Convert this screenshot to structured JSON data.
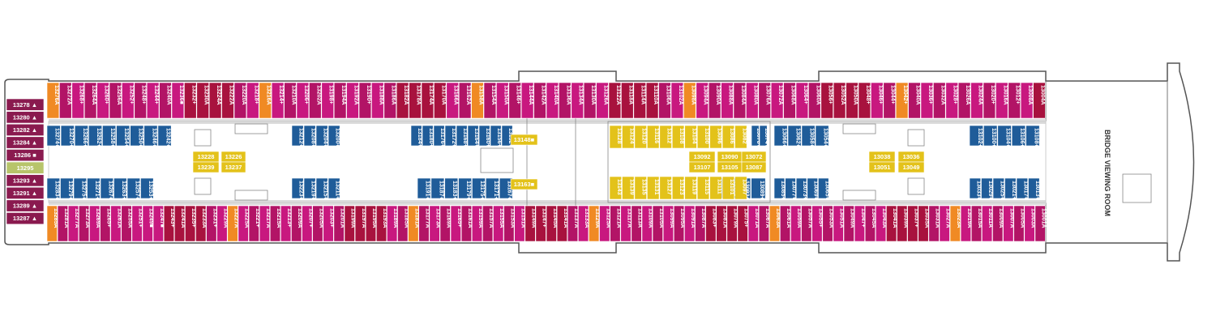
{
  "deck": {
    "bridge_label": "BRIDGE VIEWING ROOM",
    "colors": {
      "hull": "#ffffff",
      "hull_outline": "#555555",
      "corridor": "#dcdcdc",
      "inside_stateroom": "#1f5c99",
      "inside_stateroom_text": "#ffffff",
      "suite_wide": "#e3c21a",
      "balcony": "#c8187f",
      "balcony_dark": "#b21466",
      "spa_balcony": "#a8123e",
      "club_balcony": "#8a0f2f",
      "oceanview_orange": "#f08a24",
      "aft_suite": "#8a1a4f",
      "accessible": "#b7c46a"
    },
    "aft_cabins": [
      "13278 ▲",
      "13280 ▲",
      "13282 ▲",
      "13284 ▲",
      "13286 ■",
      "13295",
      "13293 ▲",
      "13291 ▲",
      "13289 ▲",
      "13287 ▲"
    ],
    "top_outer_row": [
      "13276A",
      "13272A",
      "13268+",
      "13264A",
      "13260+",
      "13256A",
      "13252+",
      "13248+",
      "13244+",
      "13240A",
      "13236■",
      "13232+",
      "13230A",
      "13224A",
      "13222A",
      "13220A",
      "13218+",
      "13216A",
      "13214+",
      "13210A",
      "13206+",
      "13202A",
      "13198+",
      "13194A",
      "13192A",
      "13190+",
      "13188A",
      "13186A",
      "13182A",
      "13178A",
      "13174A",
      "13170A",
      "13166A",
      "13162A",
      "13158A",
      "13154A",
      "13150A",
      "13146+",
      "13144A",
      "13142A",
      "13140A",
      "13136A",
      "13134A",
      "13130A",
      "13126A",
      "13122A",
      "13118A",
      "13114A",
      "13110A",
      "13106A",
      "13102A",
      "13098A",
      "13094A",
      "13090A",
      "13088A",
      "13084A",
      "13080A",
      "13076A",
      "13072A",
      "13068A",
      "13064+",
      "13060A",
      "13056+",
      "13052A",
      "13050A",
      "13048+",
      "13046+",
      "13044+",
      "13042+",
      "13040A",
      "13036+",
      "13032A",
      "13028+",
      "13026A",
      "13024A",
      "13020+",
      "13016A",
      "13012+",
      "13008A",
      "13004A"
    ],
    "top_inner_row": [
      "13274+",
      "13270+",
      "13266+",
      "13262+",
      "13258+",
      "13254+",
      "13250+",
      "13246+",
      "13242+",
      "13212+",
      "13208+",
      "13204+",
      "13200+",
      "13184+",
      "13180+",
      "13176+",
      "13172+",
      "13168+",
      "13164+",
      "13160+",
      "13156+",
      "13152+",
      "13078+",
      "13074+",
      "13066+",
      "13062+",
      "13058+",
      "13054+",
      "13102+",
      "13100+",
      "13104+",
      "13106+",
      "13108+"
    ],
    "top_suite_row": [
      "13128",
      "13124",
      "13120",
      "13116",
      "13112",
      "13108",
      "13104",
      "13100",
      "13096",
      "13086",
      "13082"
    ],
    "bottom_inner_row": [
      "13283+",
      "13279+",
      "13275+",
      "13271+",
      "13267+",
      "13263+",
      "13257+",
      "13253+",
      "13223+",
      "13219+",
      "13215+",
      "13211+",
      "13191+",
      "13187+",
      "13183+",
      "13179+",
      "13175+",
      "13171+",
      "13167+",
      "13095+",
      "13093+",
      "13089+",
      "13085+",
      "13077+",
      "13073+",
      "13069+",
      "13065+",
      "13033+",
      "13029+",
      "13025+",
      "13021+",
      "13017+",
      "13013+"
    ],
    "bottom_suite_row": [
      "13143",
      "13139",
      "13135",
      "13131",
      "13127",
      "13123",
      "13119",
      "13115",
      "13111",
      "13101",
      "13097"
    ],
    "bottom_outer_row": [
      "13285A",
      "13281A",
      "13277A",
      "13273A",
      "13269A",
      "13265+",
      "13261A",
      "13255A",
      "13251+",
      "13249■",
      "13247■",
      "13243+",
      "13241A",
      "13235+",
      "13233A",
      "13231+",
      "13229A",
      "13227A",
      "13225A",
      "13221+",
      "13217A",
      "13215A",
      "13213+",
      "13209A",
      "13207+",
      "13205A",
      "13203+",
      "13201A",
      "13199A",
      "13197A",
      "13195A",
      "13193A",
      "13189A",
      "13185A",
      "13181A",
      "13177A",
      "13173A",
      "13169A",
      "13165+",
      "13161A",
      "13159A",
      "13157A",
      "13155A",
      "13153A",
      "13151A",
      "13149A",
      "13147+",
      "13145A",
      "13141A",
      "13137A",
      "13133A",
      "13129A",
      "13125A",
      "13121A",
      "13117A",
      "13113A",
      "13109A",
      "13105A",
      "13099A",
      "13095A",
      "13091A",
      "13087A",
      "13083+",
      "13081A",
      "13079A",
      "13075+",
      "13071A",
      "13067A",
      "13063A",
      "13061A",
      "13059A",
      "13057A",
      "13055+",
      "13053A",
      "13051A",
      "13049A",
      "13047+",
      "13045A",
      "13043A",
      "13041A",
      "13039A",
      "13037+",
      "13035A",
      "13031A",
      "13027A",
      "13023A",
      "13019A",
      "13015A",
      "13011A",
      "13009A",
      "13007A",
      "13005A",
      "13003A",
      "13001A"
    ],
    "mid_blocks": [
      {
        "a": "13228",
        "b": "13239"
      },
      {
        "a": "13226",
        "b": "13237"
      },
      {
        "a": "13148■",
        "b": ""
      },
      {
        "a": "13163■",
        "b": ""
      },
      {
        "a": "13092",
        "b": "13107"
      },
      {
        "a": "13090",
        "b": "13105"
      },
      {
        "a": "13072",
        "b": "13087"
      },
      {
        "a": "13038",
        "b": "13051"
      },
      {
        "a": "13036",
        "b": "13049"
      }
    ]
  }
}
